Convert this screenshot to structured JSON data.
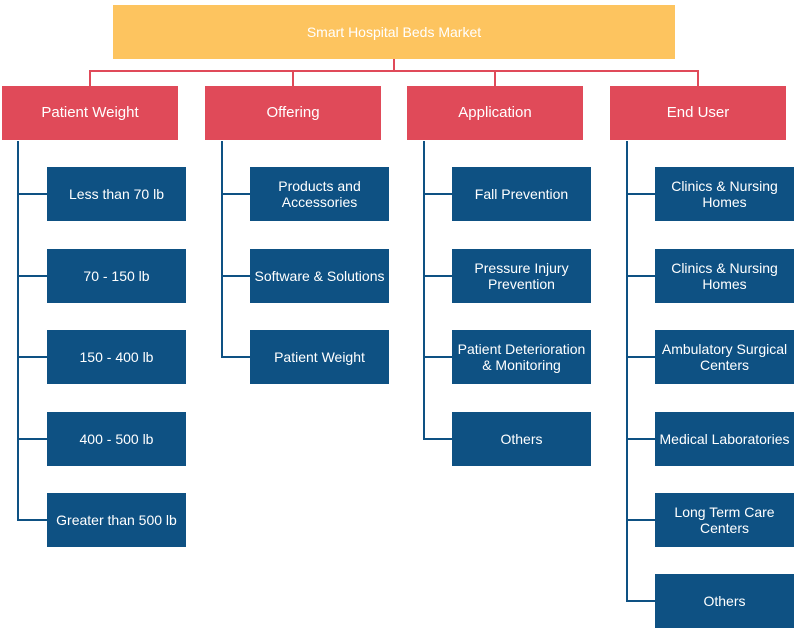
{
  "title": "Smart Hospital Beds Market",
  "colors": {
    "root": "#fdc45f",
    "category": "#e04a59",
    "leaf": "#0e5183",
    "connector_top": "#e04a59",
    "connector_tree": "#0e5183"
  },
  "categories": [
    {
      "label": "Patient Weight",
      "items": [
        "Less than 70 lb",
        "70 - 150 lb",
        "150 - 400 lb",
        "400 - 500 lb",
        "Greater than 500 lb"
      ]
    },
    {
      "label": "Offering",
      "items": [
        "Products and Accessories",
        "Software & Solutions",
        "Patient Weight"
      ]
    },
    {
      "label": "Application",
      "items": [
        "Fall Prevention",
        "Pressure Injury Prevention",
        "Patient Deterioration & Monitoring",
        "Others"
      ]
    },
    {
      "label": "End User",
      "items": [
        "Clinics & Nursing Homes",
        "Clinics & Nursing Homes",
        "Ambulatory Surgical Centers",
        "Medical Laboratories",
        "Long Term Care Centers",
        "Others"
      ]
    }
  ]
}
